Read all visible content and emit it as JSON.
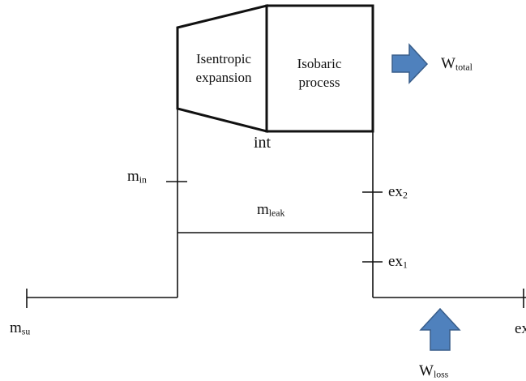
{
  "diagram": {
    "blocks": {
      "isentropic_line1": "Isentropic",
      "isentropic_line2": "expansion",
      "isobaric_line1": "Isobaric",
      "isobaric_line2": "process"
    },
    "labels": {
      "int": "int",
      "m_in_main": "m",
      "m_in_sub": "in",
      "m_leak_main": "m",
      "m_leak_sub": "leak",
      "m_su_main": "m",
      "m_su_sub": "su",
      "ex2_main": "ex",
      "ex2_sub": "2",
      "ex1_main": "ex",
      "ex1_sub": "1",
      "ex_cut": "ex",
      "w_total_main": "W",
      "w_total_sub": "total",
      "w_loss_main": "W",
      "w_loss_sub": "loss"
    },
    "colors": {
      "line": "#111111",
      "arrow_fill": "#4f81bd",
      "arrow_stroke": "#385d8a"
    },
    "icons": {
      "total_work_arrow": "right-arrow-icon",
      "loss_arrow": "up-arrow-icon"
    }
  }
}
